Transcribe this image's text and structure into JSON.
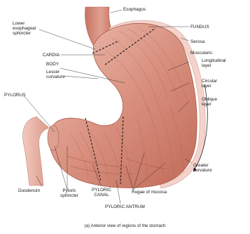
{
  "labels": {
    "esophagus": "Esophagus",
    "lower_sphincter_1": "Lower",
    "lower_sphincter_2": "esophageal",
    "lower_sphincter_3": "sphincter",
    "fundus": "FUNDUS",
    "cardia": "CARDIA",
    "body": "BODY",
    "serosa": "Serosa",
    "muscularis": "Muscularis:",
    "longitudinal_1": "Longitudinal",
    "longitudinal_2": "layer",
    "lesser_1": "Lesser",
    "lesser_2": "curvature",
    "circular_1": "Circular",
    "circular_2": "layer",
    "oblique_1": "Oblique",
    "oblique_2": "layer",
    "pylorus": "PYLORUS",
    "greater_1": "Greater",
    "greater_2": "curvature",
    "duodenum": "Duodenum",
    "pyloric_sphincter_1": "Pyloric",
    "pyloric_sphincter_2": "sphincter",
    "pyloric_canal_1": "PYLORIC",
    "pyloric_canal_2": "CANAL",
    "rugae": "Rugae of mucosa",
    "pyloric_antrum": "PYLORIC ANTRUM"
  },
  "caption": "(a) Anterior view of regions of the stomach",
  "colors": {
    "muscle_light": "#e9b3a6",
    "muscle_mid": "#d88d7c",
    "muscle_dark": "#b9604f",
    "serosa": "#f3d3cb",
    "leader": "#2a2a2a"
  }
}
